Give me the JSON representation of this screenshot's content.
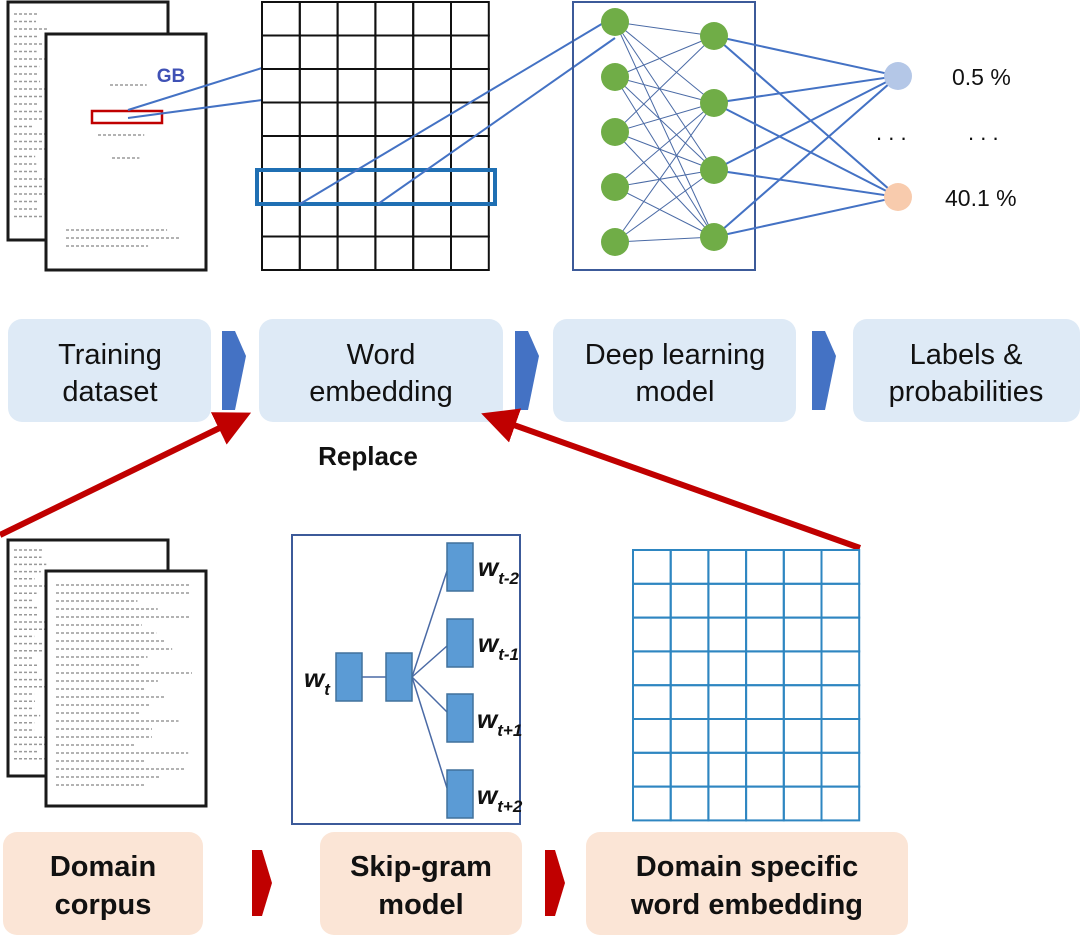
{
  "pipeline": {
    "steps": [
      {
        "lines": [
          "Training",
          "dataset"
        ]
      },
      {
        "lines": [
          "Word",
          "embedding"
        ]
      },
      {
        "lines": [
          "Deep learning",
          "model"
        ]
      },
      {
        "lines": [
          "Labels &",
          "probabilities"
        ]
      }
    ]
  },
  "domain_pipeline": {
    "steps": [
      {
        "lines": [
          "Domain",
          "corpus"
        ]
      },
      {
        "lines": [
          "Skip-gram",
          "model"
        ]
      },
      {
        "lines": [
          "Domain specific",
          "word embedding"
        ]
      }
    ]
  },
  "replace_label": "Replace",
  "document": {
    "badge": "GB"
  },
  "outputs": [
    {
      "value": "0.5 %",
      "color": "#b4c7e7"
    },
    {
      "value": "40.1 %",
      "color": "#f8cbad"
    }
  ],
  "ellipsis": ". . .",
  "skipgram": {
    "input": {
      "base": "w",
      "sub": "t"
    },
    "context": [
      {
        "base": "w",
        "sub": "t-2"
      },
      {
        "base": "w",
        "sub": "t-1"
      },
      {
        "base": "w",
        "sub": "t+1"
      },
      {
        "base": "w",
        "sub": "t+2"
      }
    ]
  },
  "colors": {
    "node_green": "#70ad47",
    "connection_blue": "#4472c4",
    "process_arrow_blue": "#4472c4",
    "replace_arrow_red": "#c00000",
    "highlight_blue": "#1f6fb3",
    "grid_blue": "#2e86c1",
    "rect_blue": "#5b9bd5"
  }
}
